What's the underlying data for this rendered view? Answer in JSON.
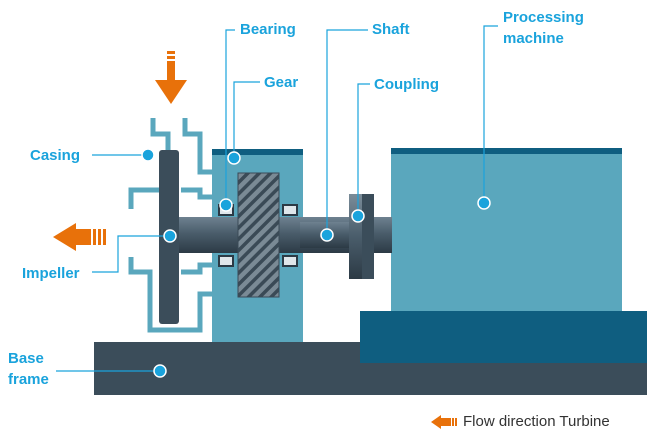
{
  "labels": {
    "bearing": "Bearing",
    "gear": "Gear",
    "shaft": "Shaft",
    "coupling": "Coupling",
    "processing_line1": "Processing",
    "processing_line2": "machine",
    "casing": "Casing",
    "impeller": "Impeller",
    "base_line1": "Base",
    "base_line2": "frame"
  },
  "legend": {
    "text": "Flow direction Turbine",
    "icon": "orange-arrow-left-icon"
  },
  "colors": {
    "label": "#1aa3dc",
    "leader": "#1aa3dc",
    "marker": "#1aa3dc",
    "flow_arrow": "#e8710a",
    "base_frame": "#3b4d5a",
    "processing_body": "#5aa7bd",
    "processing_base": "#0f5e80",
    "processing_top": "#0e5d7d",
    "bearing_block": "#5aa7bd",
    "bearing_top": "#0f5e80",
    "casing_outline": "#5aa7bd",
    "shaft": "#4c5f6d",
    "impeller": "#3b4d5a"
  }
}
